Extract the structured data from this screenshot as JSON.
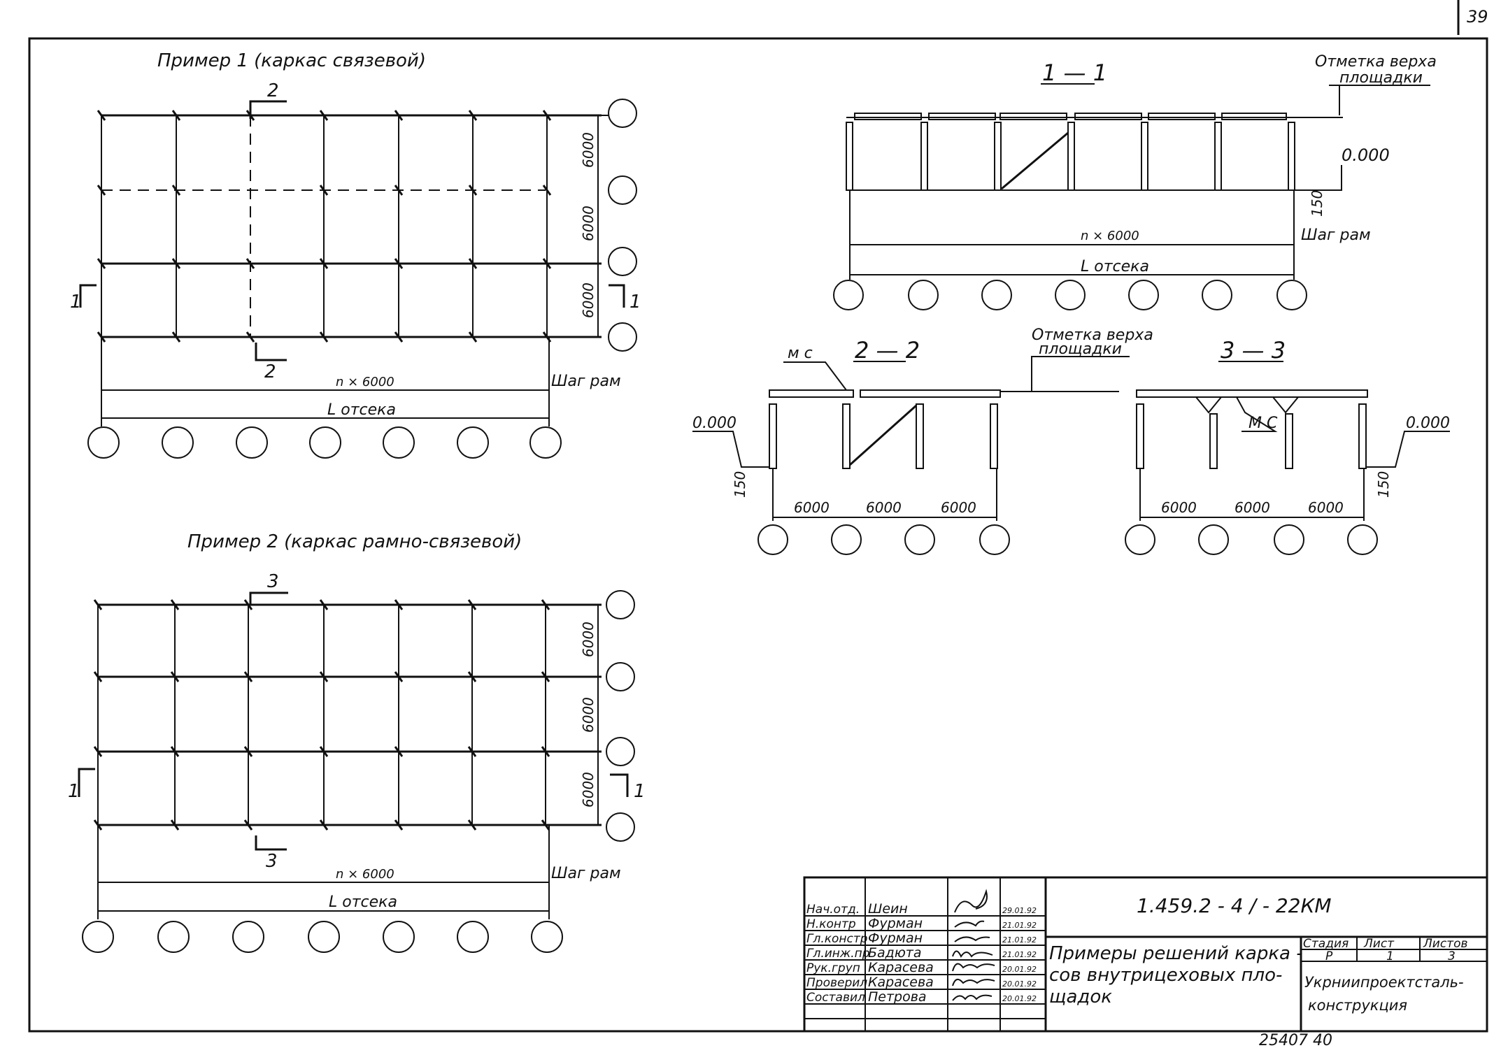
{
  "page_number": "39",
  "bottom_code": "25407  40",
  "example1": {
    "title": "Пример  1 (каркас связевой)",
    "section_top": "2",
    "section_bottom": "2",
    "side_left": "1",
    "side_right": "1",
    "spans": [
      "6000",
      "6000",
      "6000"
    ],
    "dim_n": "n × 6000",
    "dim_l": "L отсека",
    "step": "Шаг рам"
  },
  "example2": {
    "title": "Пример  2 (каркас рамно-связевой)",
    "section_top": "3",
    "section_bottom": "3",
    "side_left": "1",
    "side_right": "1",
    "spans": [
      "6000",
      "6000",
      "6000"
    ],
    "dim_n": "n × 6000",
    "dim_l": "L отсека",
    "step": "Шаг рам"
  },
  "section11": {
    "title": "1 — 1",
    "top_mark_1": "Отметка верха",
    "top_mark_2": "площадки",
    "level": "0.000",
    "height": "150",
    "dim_n": "n × 6000",
    "step": "Шаг рам",
    "dim_l": "L отсека"
  },
  "section22": {
    "title": "2 — 2",
    "mc": "м с",
    "level": "0.000",
    "height": "150",
    "spans": [
      "6000",
      "6000",
      "6000"
    ]
  },
  "middle_mark": {
    "line1": "Отметка верха",
    "line2": "площадки"
  },
  "section33": {
    "title": "3 — 3",
    "mc": "М С",
    "level": "0.000",
    "height": "150",
    "spans": [
      "6000",
      "6000",
      "6000"
    ]
  },
  "titleblock": {
    "code": "1.459.2 - 4 / - 22КМ",
    "title_1": "Примеры решений карка -",
    "title_2": "сов внутрицеховых пло-",
    "title_3": "щадок",
    "stage_h": "Стадия",
    "sheet_h": "Лист",
    "sheets_h": "Листов",
    "stage": "Р",
    "sheet": "1",
    "sheets": "3",
    "org_1": "Укрниипроектсталь-",
    "org_2": "конструкция",
    "rows": [
      {
        "role": "Нач.отд.",
        "name": "Шеин",
        "date": "29.01.92"
      },
      {
        "role": "Н.контр",
        "name": "Фурман",
        "date": "21.01.92"
      },
      {
        "role": "Гл.констр",
        "name": "Фурман",
        "date": "21.01.92"
      },
      {
        "role": "Гл.инж.пр",
        "name": "Бадюта",
        "date": "21.01.92"
      },
      {
        "role": "Рук.груп",
        "name": "Карасева",
        "date": "20.01.92"
      },
      {
        "role": "Проверил",
        "name": "Карасева",
        "date": "20.01.92"
      },
      {
        "role": "Составил",
        "name": "Петрова",
        "date": "20.01.92"
      }
    ]
  }
}
